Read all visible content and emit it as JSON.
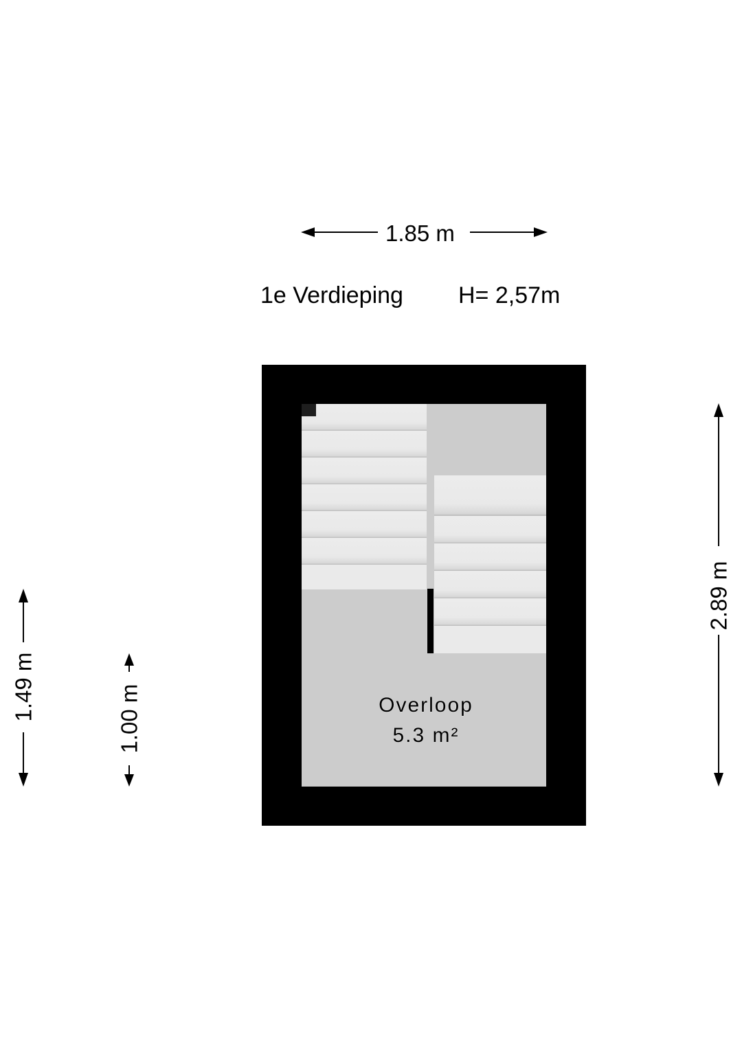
{
  "floor_title": {
    "name": "1e Verdieping",
    "height_label": "H= 2,57m"
  },
  "dimensions": {
    "width_top": "1.85 m",
    "height_right": "2.89 m",
    "height_left_outer": "1.49 m",
    "height_left_inner": "1.00 m"
  },
  "rooms": [
    {
      "name": "Overloop",
      "area": "5.3 m²"
    }
  ],
  "colors": {
    "wall": "#000000",
    "floor": "#cccccc",
    "stair_tread": "#eaeaea",
    "background": "#ffffff"
  },
  "stairs": {
    "left_flight_treads": 7,
    "right_flight_treads": 6
  }
}
